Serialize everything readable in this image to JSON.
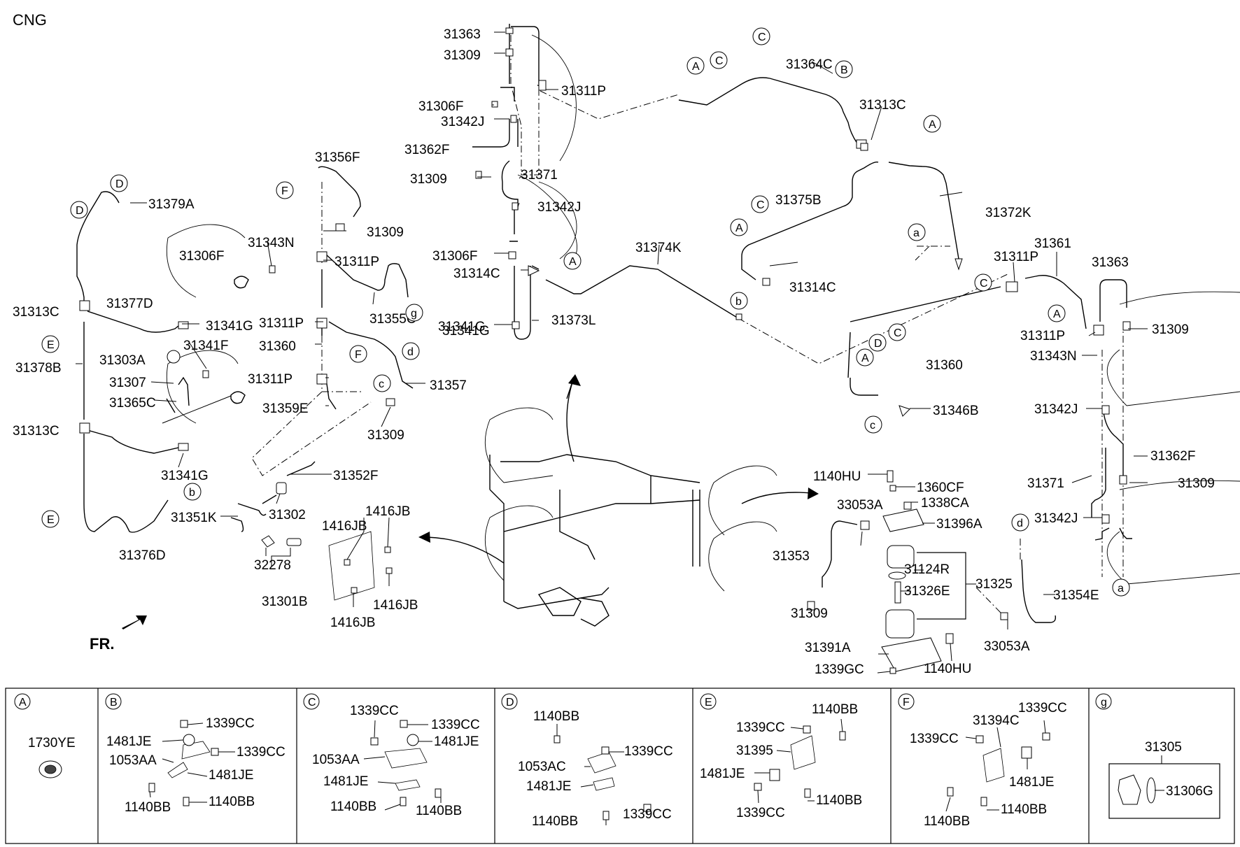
{
  "title": "CNG",
  "fr_label": "FR.",
  "labels": {
    "l31363a": "31363",
    "l31309a": "31309",
    "l31311Pa": "31311P",
    "l31306Fa": "31306F",
    "l31342Ja": "31342J",
    "l31362Fa": "31362F",
    "l31309b": "31309",
    "l31371a": "31371",
    "l31342Jb": "31342J",
    "l31306Fb": "31306F",
    "l31314Ca": "31314C",
    "l31341Ga": "31341G",
    "l31373L": "31373L",
    "l31374K": "31374K",
    "l31364C": "31364C",
    "l31313Ca": "31313C",
    "l31375B": "31375B",
    "l31372K": "31372K",
    "l31314Cb": "31314C",
    "l31361": "31361",
    "l31311Pb": "31311P",
    "l31363b": "31363",
    "l31311Pc": "31311P",
    "l31309c": "31309",
    "l31343Na": "31343N",
    "l31360a": "31360",
    "l31346B": "31346B",
    "l31342Jc": "31342J",
    "l31362Fb": "31362F",
    "l31371b": "31371",
    "l31309d": "31309",
    "l31342Jd": "31342J",
    "l31354E": "31354E",
    "l31356F": "31356F",
    "l31379A": "31379A",
    "l31309e": "31309",
    "l31306Fc": "31306F",
    "l31343Nb": "31343N",
    "l31311Pd": "31311P",
    "l31313Cb": "31313C",
    "l31377D": "31377D",
    "l31341Gb": "31341G",
    "l31341F": "31341F",
    "l31355C": "31355C",
    "l31341Gc": "31341G",
    "l31378B": "31378B",
    "l31303A": "31303A",
    "l31307": "31307",
    "l31365C": "31365C",
    "l31311Pe": "31311P",
    "l31360b": "31360",
    "l31311Pf": "31311P",
    "l31357": "31357",
    "l31359E": "31359E",
    "l31309f": "31309",
    "l31313Cc": "31313C",
    "l31341Gd": "31341G",
    "l31352F": "31352F",
    "l31351K": "31351K",
    "l31302": "31302",
    "l31376D": "31376D",
    "l32278": "32278",
    "l31301B": "31301B",
    "l1416JBa": "1416JB",
    "l1416JBb": "1416JB",
    "l1416JBc": "1416JB",
    "l1416JBd": "1416JB",
    "l1140HUa": "1140HU",
    "l1360CF": "1360CF",
    "l33053Aa": "33053A",
    "l1338CA": "1338CA",
    "l31396A": "31396A",
    "l31353": "31353",
    "l31124R": "31124R",
    "l31325": "31325",
    "l31326E": "31326E",
    "l31309g": "31309",
    "l33053Ab": "33053A",
    "l31391A": "31391A",
    "l1140HUb": "1140HU",
    "l1339GC": "1339GC"
  },
  "callouts": {
    "A": "A",
    "B": "B",
    "C": "C",
    "D": "D",
    "E": "E",
    "F": "F",
    "g": "g",
    "a": "a",
    "b": "b",
    "c": "c",
    "d": "d"
  },
  "panels": [
    {
      "key": "A",
      "labels": [
        "1730YE"
      ]
    },
    {
      "key": "B",
      "labels": [
        "1339CC",
        "1481JE",
        "1339CC",
        "1053AA",
        "1481JE",
        "1140BB",
        "1140BB"
      ]
    },
    {
      "key": "C",
      "labels": [
        "1339CC",
        "1339CC",
        "1481JE",
        "1053AA",
        "1481JE",
        "1140BB",
        "1140BB"
      ]
    },
    {
      "key": "D",
      "labels": [
        "1140BB",
        "1339CC",
        "1053AC",
        "1481JE",
        "1140BB",
        "1339CC"
      ]
    },
    {
      "key": "E",
      "labels": [
        "1140BB",
        "1339CC",
        "31395",
        "1481JE",
        "1140BB",
        "1339CC"
      ]
    },
    {
      "key": "F",
      "labels": [
        "1339CC",
        "31394C",
        "1339CC",
        "1481JE",
        "1140BB",
        "1140BB"
      ]
    },
    {
      "key": "g",
      "labels": [
        "31305",
        "31306G"
      ]
    }
  ]
}
